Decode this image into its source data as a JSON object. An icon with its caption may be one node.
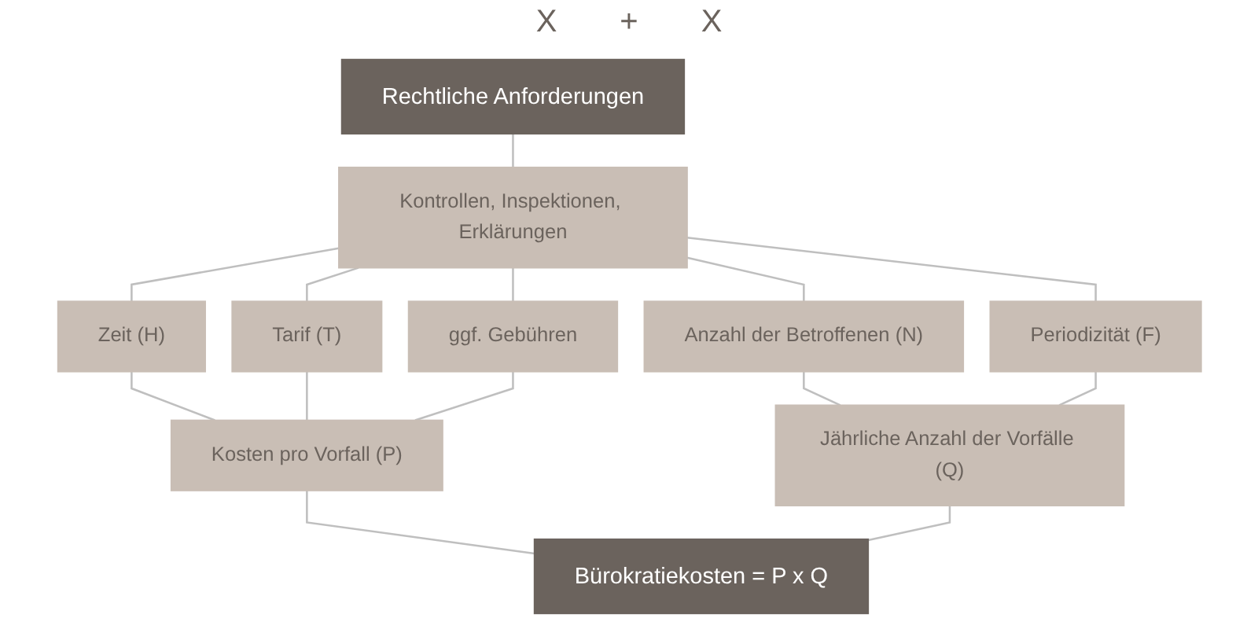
{
  "diagram": {
    "nodes": [
      {
        "text": [
          "Rechtliche Anforderungen"
        ]
      },
      {
        "text": [
          "Kontrollen, Inspektionen, Erklärungen"
        ]
      },
      {
        "text": [
          "Zeit (H)"
        ]
      },
      {
        "text": [
          "Tarif (T)"
        ]
      },
      {
        "text": [
          "ggf. Gebühren"
        ]
      },
      {
        "text": [
          "Anzahl der Betroffenen (N)"
        ]
      },
      {
        "text": [
          "Periodizität (F)"
        ]
      },
      {
        "text": [
          "Kosten pro Vorfall (P)"
        ]
      },
      {
        "text": [
          "Jährliche Anzahl der Vorfälle (Q)"
        ]
      },
      {
        "text": [
          "Bürokratiekosten = P x Q"
        ]
      }
    ],
    "edges": [
      {
        "from": 0,
        "to": 1,
        "arrow": "none"
      },
      {
        "from": 1,
        "to": 2,
        "arrow": "none"
      },
      {
        "from": 1,
        "to": 3,
        "arrow": "none"
      },
      {
        "from": 1,
        "to": 4,
        "arrow": "none"
      },
      {
        "from": 1,
        "to": 5,
        "arrow": "none"
      },
      {
        "from": 1,
        "to": 6,
        "arrow": "none"
      },
      {
        "from": 2,
        "to": 7,
        "arrow": "none"
      },
      {
        "from": 3,
        "to": 7,
        "arrow": "none"
      },
      {
        "from": 4,
        "to": 7,
        "arrow": "none"
      },
      {
        "from": 5,
        "to": 8,
        "arrow": "none"
      },
      {
        "from": 6,
        "to": 8,
        "arrow": "none"
      },
      {
        "from": 7,
        "to": 9,
        "arrow": "none"
      },
      {
        "from": 8,
        "to": 9,
        "arrow": "none"
      }
    ],
    "labels": [
      "X",
      "+",
      "X"
    ]
  }
}
